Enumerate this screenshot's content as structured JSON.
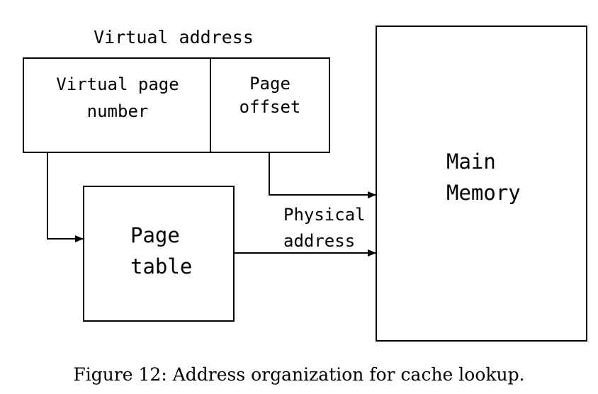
{
  "diagram": {
    "virtual_address_title": "Virtual address",
    "virtual_page_number": {
      "line1": "Virtual page",
      "line2": "number"
    },
    "page_offset": {
      "line1": "Page",
      "line2": "offset"
    },
    "page_table": {
      "line1": "Page",
      "line2": "table"
    },
    "main_memory": {
      "line1": "Main",
      "line2": "Memory"
    },
    "physical_address": {
      "line1": "Physical",
      "line2": "address"
    }
  },
  "caption": "Figure 12: Address organization for cache lookup."
}
